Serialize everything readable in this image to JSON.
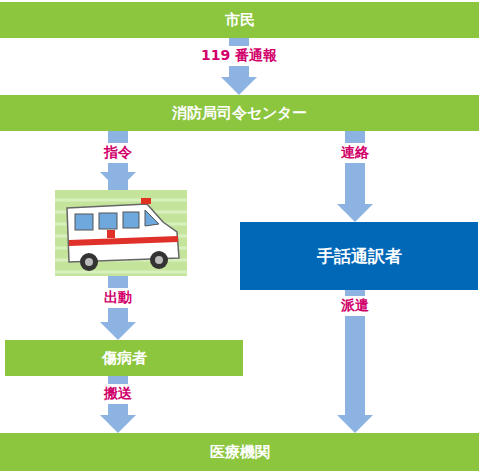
{
  "diagram": {
    "nodes": [
      {
        "text": [
          "市民"
        ]
      },
      {
        "text": [
          "消防局司令センター"
        ]
      },
      {
        "text": [
          "手話通訳者"
        ]
      },
      {
        "text": [
          "傷病者"
        ]
      },
      {
        "text": [
          "医療機関"
        ]
      }
    ],
    "edges": [
      {
        "from": 0,
        "to": 1,
        "label": "119 番通報",
        "arrow": "to"
      },
      {
        "from": 1,
        "to": 3,
        "label": "指令",
        "arrow": "to"
      },
      {
        "from": 1,
        "to": 2,
        "label": "連絡",
        "arrow": "to"
      },
      {
        "from": 2,
        "to": 4,
        "label": "派遣",
        "arrow": "to"
      },
      {
        "from": 3,
        "to": 4,
        "label": "搬送",
        "arrow": "to"
      }
    ],
    "labels": [
      "出動"
    ]
  }
}
